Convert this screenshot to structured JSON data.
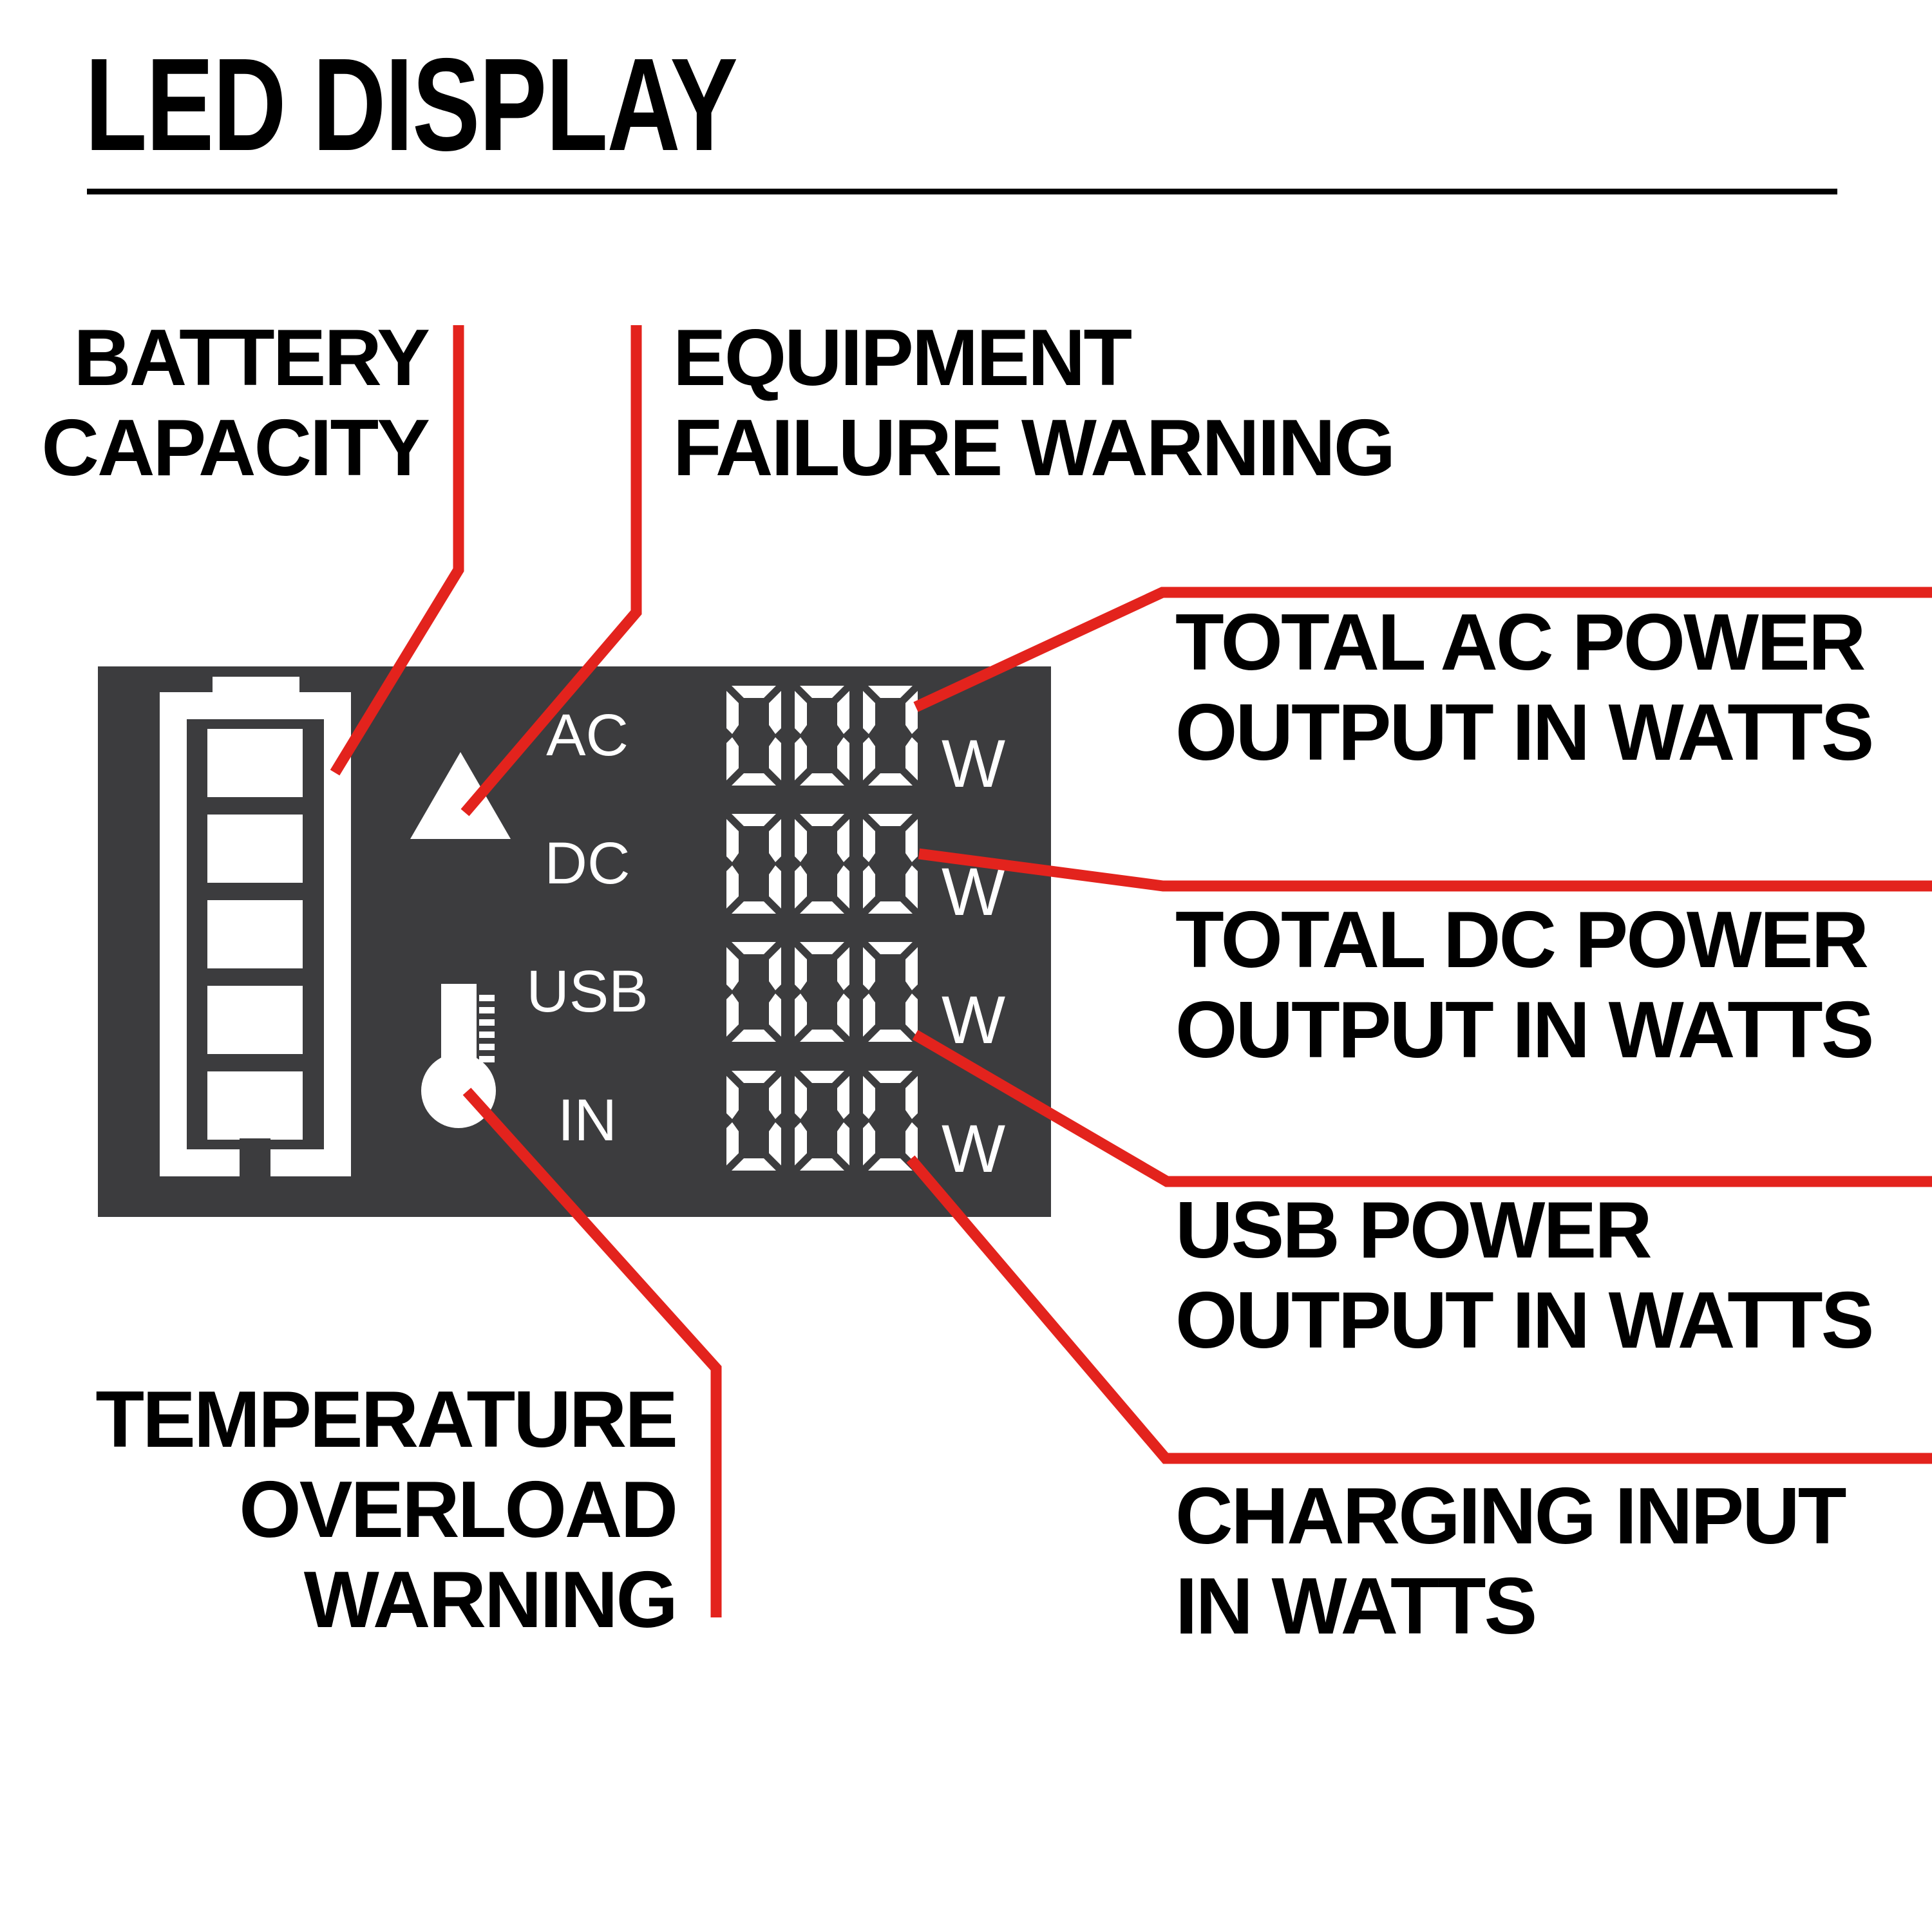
{
  "title": "LED DISPLAY",
  "colors": {
    "accent_red": "#e3231d",
    "panel_gray": "#3c3c3e",
    "text_black": "#000000",
    "display_white": "#ffffff"
  },
  "callouts": {
    "battery": {
      "label_lines": [
        "BATTERY",
        "CAPACITY"
      ]
    },
    "equipment": {
      "label_lines": [
        "EQUIPMENT",
        "FAILURE WARNING"
      ]
    },
    "temperature": {
      "label_lines": [
        "TEMPERATURE",
        "OVERLOAD",
        "WARNING"
      ]
    },
    "ac": {
      "label_lines": [
        "TOTAL AC POWER",
        "OUTPUT IN WATTS"
      ]
    },
    "dc": {
      "label_lines": [
        "TOTAL DC POWER",
        "OUTPUT IN WATTS"
      ]
    },
    "usb": {
      "label_lines": [
        "USB POWER",
        "OUTPUT IN WATTS"
      ]
    },
    "charging": {
      "label_lines": [
        "CHARGING INPUT",
        "IN WATTS"
      ]
    }
  },
  "display": {
    "rows": [
      {
        "id": "ac",
        "label": "AC",
        "value": "000",
        "unit": "W"
      },
      {
        "id": "dc",
        "label": "DC",
        "value": "000",
        "unit": "W"
      },
      {
        "id": "usb",
        "label": "USB",
        "value": "000",
        "unit": "W"
      },
      {
        "id": "in",
        "label": "IN",
        "value": "000",
        "unit": "W"
      }
    ],
    "battery_icon": {
      "segments": 5
    },
    "thermometer_icon": {
      "ticks": 6
    }
  }
}
